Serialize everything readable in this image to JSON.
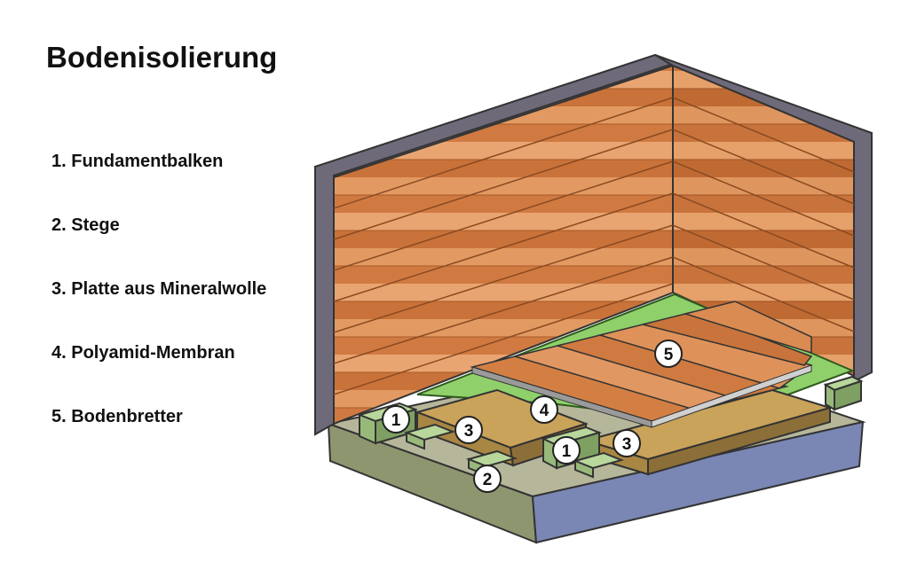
{
  "title": "Bodenisolierung",
  "legend": [
    "1. Fundamentbalken",
    "2. Stege",
    "3. Platte aus Mineralwolle",
    "4. Polyamid-Membran",
    "5. Bodenbretter"
  ],
  "markers": [
    "1",
    "2",
    "3",
    "4",
    "5",
    "1",
    "3"
  ],
  "colors": {
    "wall_frame": "#6f6a7a",
    "wood_light": "#e8a26a",
    "wood_dark": "#b8652f",
    "membrane": "#8fd06b",
    "insulation": "#c9a35a",
    "beam": "#a9c98a",
    "slab_top": "#b6b79a",
    "slab_side": "#7a87b4"
  }
}
